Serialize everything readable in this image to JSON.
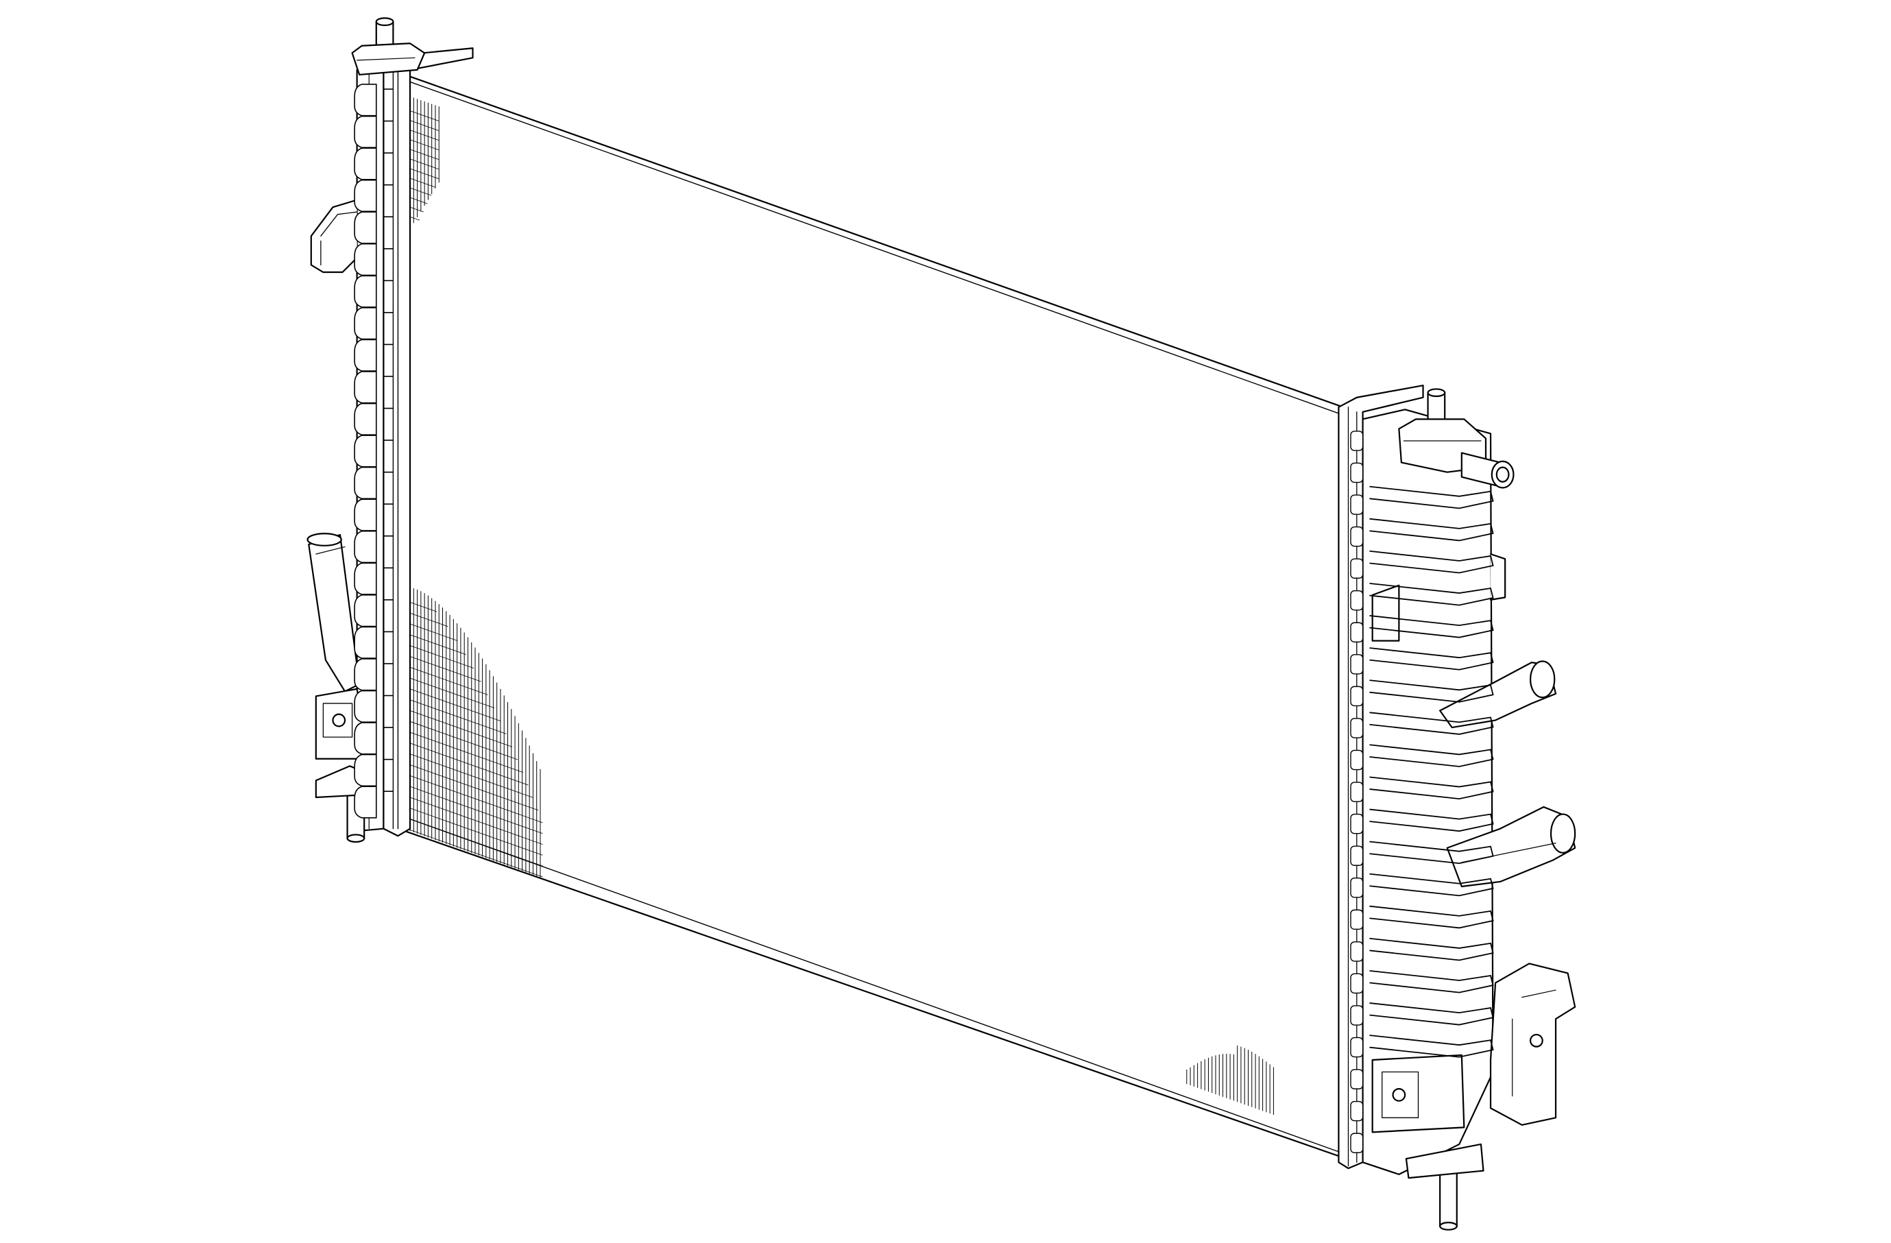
{
  "figure": {
    "kind": "line-art technical illustration",
    "subject": "radiator-assembly",
    "background_color": "#ffffff",
    "line_color": "#000000",
    "fin_pattern_patches": 3,
    "left_tank_clips": 23,
    "right_tank_ribs": 18
  }
}
